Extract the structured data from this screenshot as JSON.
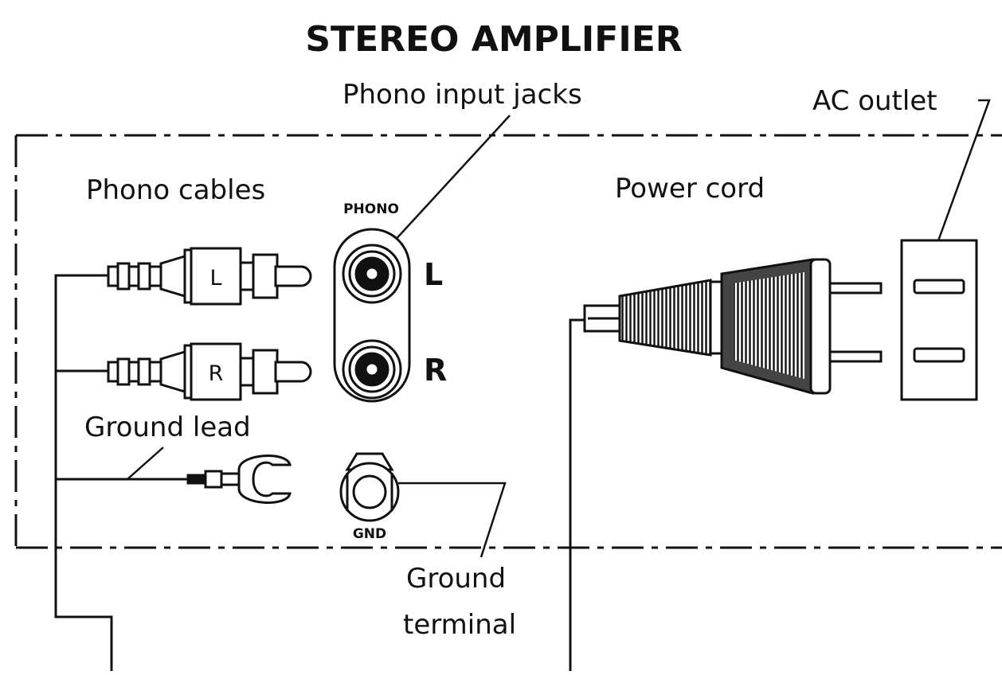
{
  "diagram": {
    "title": "STEREO AMPLIFIER",
    "labels": {
      "phono_input_jacks": "Phono input jacks",
      "ac_outlet": "AC outlet",
      "phono_cables": "Phono cables",
      "power_cord": "Power cord",
      "ground_lead": "Ground lead",
      "ground_terminal_line1": "Ground",
      "ground_terminal_line2": "terminal"
    },
    "panel_markings": {
      "phono": "PHONO",
      "gnd": "GND",
      "jack_left": "L",
      "jack_right": "R"
    },
    "plug_markings": {
      "left": "L",
      "right": "R"
    }
  },
  "colors": {
    "ink": "#111111",
    "background": "#ffffff"
  }
}
